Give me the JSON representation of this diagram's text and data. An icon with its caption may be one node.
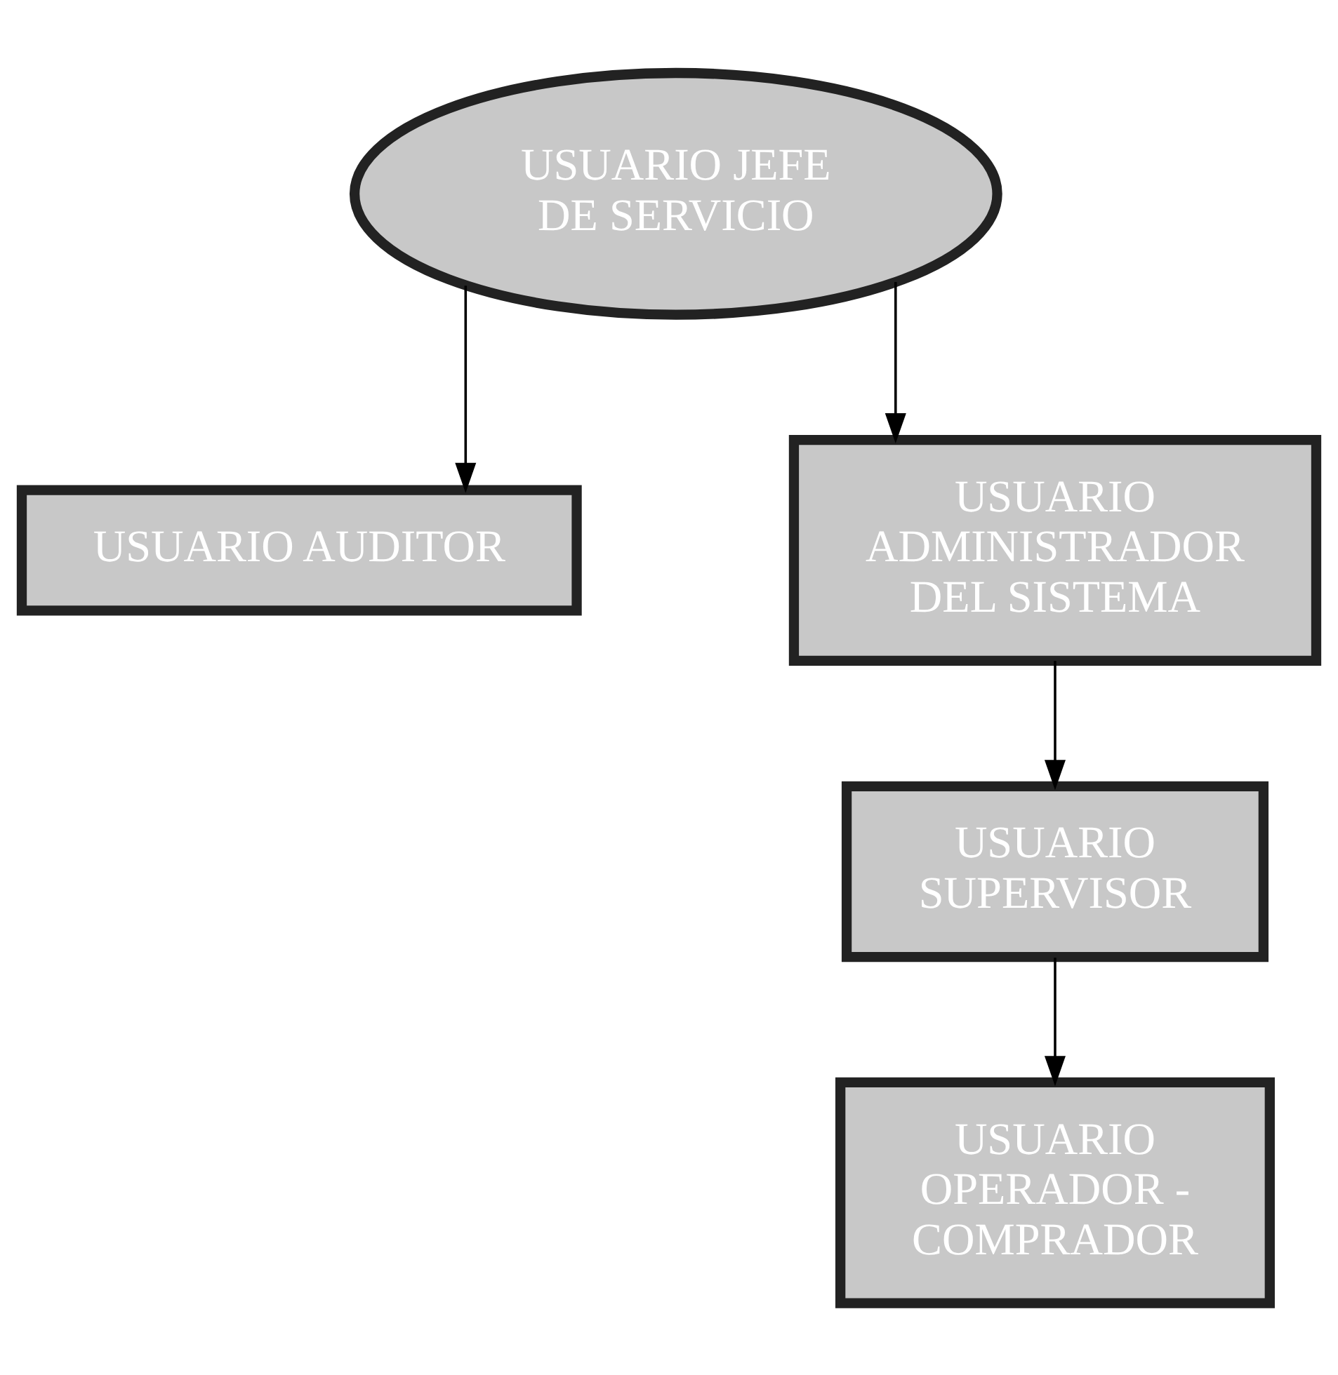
{
  "diagram": {
    "nodes": [
      {
        "text": [
          "USUARIO JEFE DE SERVICIO"
        ]
      },
      {
        "text": [
          "USUARIO AUDITOR"
        ]
      },
      {
        "text": [
          "USUARIO ADMINISTRADOR DEL SISTEMA"
        ]
      },
      {
        "text": [
          "USUARIO SUPERVISOR"
        ]
      },
      {
        "text": [
          "USUARIO OPERADOR - COMPRADOR"
        ]
      }
    ],
    "edges": [
      {
        "from": 0,
        "to": 1,
        "arrow": "to"
      },
      {
        "from": 0,
        "to": 2,
        "arrow": "to"
      },
      {
        "from": 2,
        "to": 3,
        "arrow": "to"
      },
      {
        "from": 3,
        "to": 4,
        "arrow": "to"
      }
    ]
  }
}
